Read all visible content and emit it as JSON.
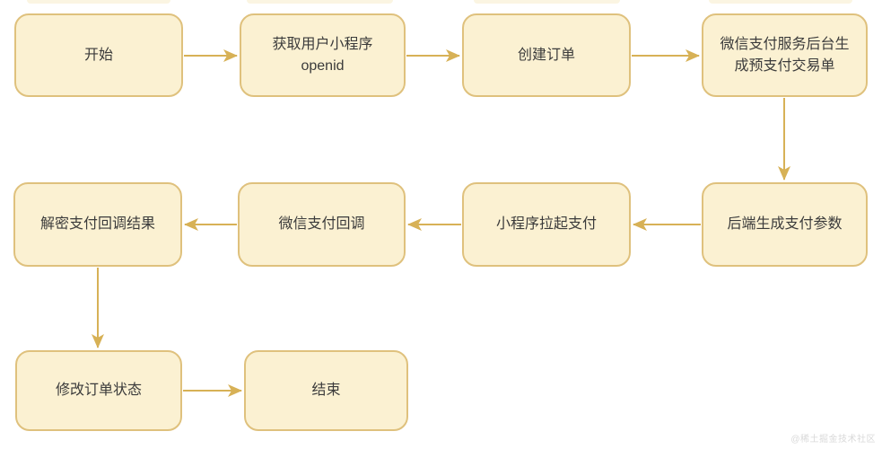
{
  "diagram": {
    "type": "flowchart",
    "nodes": [
      {
        "id": "start",
        "label": "开始"
      },
      {
        "id": "get-openid",
        "label": "获取用户小程序\nopenid"
      },
      {
        "id": "create-order",
        "label": "创建订单"
      },
      {
        "id": "generate-prepay-order",
        "label": "微信支付服务后台生\n成预支付交易单"
      },
      {
        "id": "backend-pay-params",
        "label": "后端生成支付参数"
      },
      {
        "id": "miniprogram-invoke-pay",
        "label": "小程序拉起支付"
      },
      {
        "id": "wechat-pay-callback",
        "label": "微信支付回调"
      },
      {
        "id": "decrypt-callback-result",
        "label": "解密支付回调结果"
      },
      {
        "id": "update-order-status",
        "label": "修改订单状态"
      },
      {
        "id": "end",
        "label": "结束"
      }
    ],
    "edges": [
      {
        "from": "start",
        "to": "get-openid"
      },
      {
        "from": "get-openid",
        "to": "create-order"
      },
      {
        "from": "create-order",
        "to": "generate-prepay-order"
      },
      {
        "from": "generate-prepay-order",
        "to": "backend-pay-params"
      },
      {
        "from": "backend-pay-params",
        "to": "miniprogram-invoke-pay"
      },
      {
        "from": "miniprogram-invoke-pay",
        "to": "wechat-pay-callback"
      },
      {
        "from": "wechat-pay-callback",
        "to": "decrypt-callback-result"
      },
      {
        "from": "decrypt-callback-result",
        "to": "update-order-status"
      },
      {
        "from": "update-order-status",
        "to": "end"
      }
    ],
    "colors": {
      "node_fill": "#FBF1D2",
      "node_border": "#DFC17D",
      "arrow": "#D7B156",
      "text": "#3B3B3B",
      "background": "#FFFFFF",
      "watermark": "#D9D9D9"
    }
  },
  "watermark": "@稀土掘金技术社区"
}
